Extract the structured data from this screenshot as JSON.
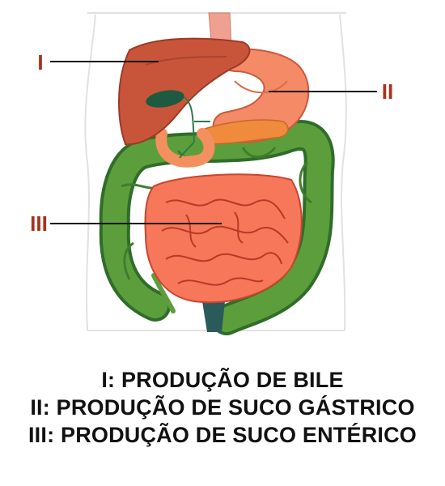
{
  "labels": {
    "I": "I",
    "II": "II",
    "III": "III"
  },
  "captions": [
    "I: PRODUÇÃO DE BILE",
    "II: PRODUÇÃO DE SUCO GÁSTRICO",
    "III: PRODUÇÃO DE SUCO ENTÉRICO"
  ],
  "colors": {
    "label": "#a8321e",
    "caption": "#111111",
    "liver": "#c8553a",
    "stomach": "#f48a66",
    "small_intestine": "#f7775a",
    "large_intestine": "#5d9e3c",
    "gallbladder": "#1d5a3f"
  }
}
